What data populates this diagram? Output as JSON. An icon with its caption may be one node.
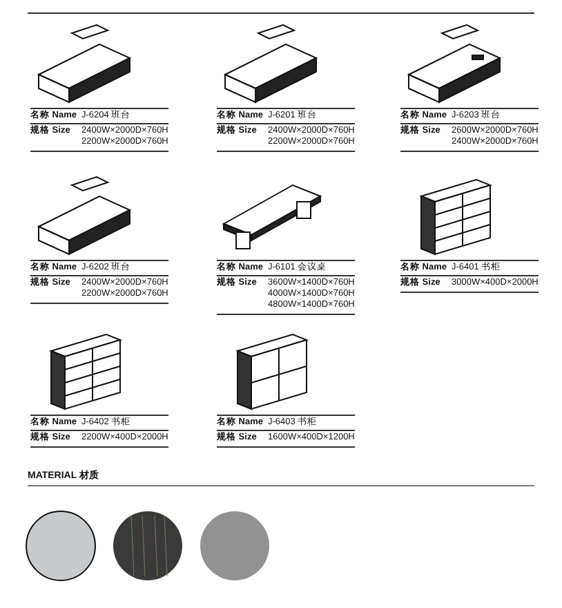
{
  "diagram": {
    "nodes": [
      {
        "text": [],
        "shape": "circle"
      },
      {
        "text": [],
        "shape": "circle"
      },
      {
        "text": [],
        "shape": "circle"
      }
    ],
    "labels": [
      "名称 Name",
      "J-6204 班台",
      "规格 Size",
      "2400W×2000D×760H",
      "2200W×2000D×760H",
      "名称 Name",
      "J-6201 班台",
      "规格 Size",
      "2400W×2000D×760H",
      "2200W×2000D×760H",
      "名称 Name",
      "J-6203 班台",
      "规格 Size",
      "2600W×2000D×760H",
      "2400W×2000D×760H",
      "名称 Name",
      "J-6202 班台",
      "规格 Size",
      "2400W×2000D×760H",
      "2200W×2000D×760H",
      "名称 Name",
      "J-6101 会议桌",
      "规格 Size",
      "3600W×1400D×760H",
      "4000W×1400D×760H",
      "4800W×1400D×760H",
      "名称 Name",
      "J-6401 书柜",
      "规格 Size",
      "3000W×400D×2000H",
      "名称 Name",
      "J-6402 书柜",
      "规格 Size",
      "2200W×400D×2000H",
      "名称 Name",
      "J-6403 书柜",
      "规格 Size",
      "1600W×400D×1200H",
      "MATERIAL 材质"
    ]
  }
}
